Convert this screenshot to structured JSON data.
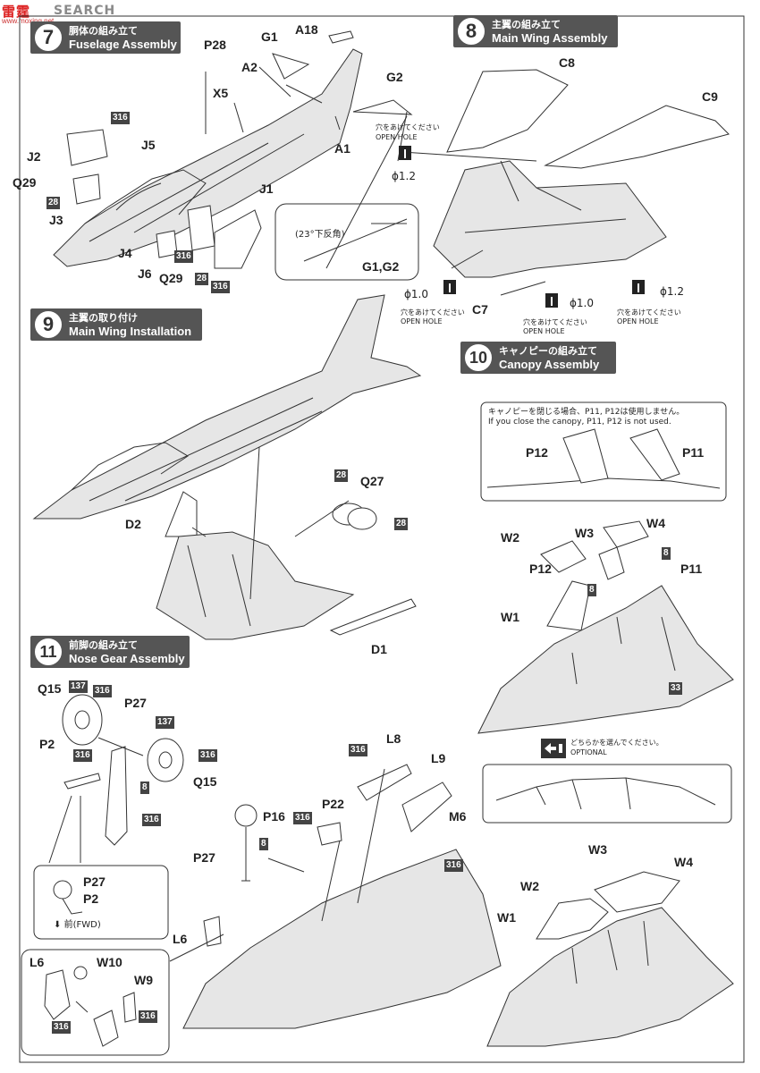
{
  "watermark": {
    "logo": "雷霆",
    "word": "SEARCH",
    "url": "www.moxing.net"
  },
  "steps": {
    "s7": {
      "num": "7",
      "jp": "胴体の組み立て",
      "en": "Fuselage Assembly"
    },
    "s8": {
      "num": "8",
      "jp": "主翼の組み立て",
      "en": "Main Wing Assembly"
    },
    "s9": {
      "num": "9",
      "jp": "主翼の取り付け",
      "en": "Main Wing Installation"
    },
    "s10": {
      "num": "10",
      "jp": "キャノピーの組み立て",
      "en": "Canopy Assembly"
    },
    "s11": {
      "num": "11",
      "jp": "前脚の組み立て",
      "en": "Nose Gear Assembly"
    }
  },
  "parts": {
    "p28": "P28",
    "g1": "G1",
    "a18": "A18",
    "a2": "A2",
    "x5": "X5",
    "g2": "G2",
    "a1": "A1",
    "j5": "J5",
    "j2": "J2",
    "q29a": "Q29",
    "j3": "J3",
    "j1": "J1",
    "j4": "J4",
    "j6": "J6",
    "q29b": "Q29",
    "g1g2": "G1,G2",
    "anhedral": "(23°下反角)",
    "c8": "C8",
    "c9": "C9",
    "c7": "C7",
    "d2": "D2",
    "q27": "Q27",
    "d1": "D1",
    "p12a": "P12",
    "p11a": "P11",
    "w2a": "W2",
    "w3a": "W3",
    "w4a": "W4",
    "p12b": "P12",
    "p11b": "P11",
    "w1a": "W1",
    "w3b": "W3",
    "w4b": "W4",
    "w2b": "W2",
    "w1b": "W1",
    "q15a": "Q15",
    "p27a": "P27",
    "p2a": "P2",
    "q15b": "Q15",
    "l8": "L8",
    "l9": "L9",
    "p16": "P16",
    "p22": "P22",
    "m6": "M6",
    "p27b": "P27",
    "l6a": "L6",
    "p27c": "P27",
    "p2b": "P2",
    "fwd": "前(FWD)",
    "l6b": "L6",
    "w10": "W10",
    "w9": "W9"
  },
  "codes": {
    "c316": "316",
    "c28": "28",
    "c8": "8",
    "c137": "137",
    "c33": "33"
  },
  "holes": {
    "jp": "穴をあけてください",
    "en": "OPEN HOLE",
    "d12": "ϕ1.2",
    "d10": "ϕ1.0"
  },
  "canopy_note": {
    "jp": "キャノピーを閉じる場合、P11, P12は使用しません。",
    "en": "If you close the canopy, P11, P12 is not used."
  },
  "optional": {
    "jp": "どちらかを選んでください。",
    "en": "OPTIONAL"
  }
}
